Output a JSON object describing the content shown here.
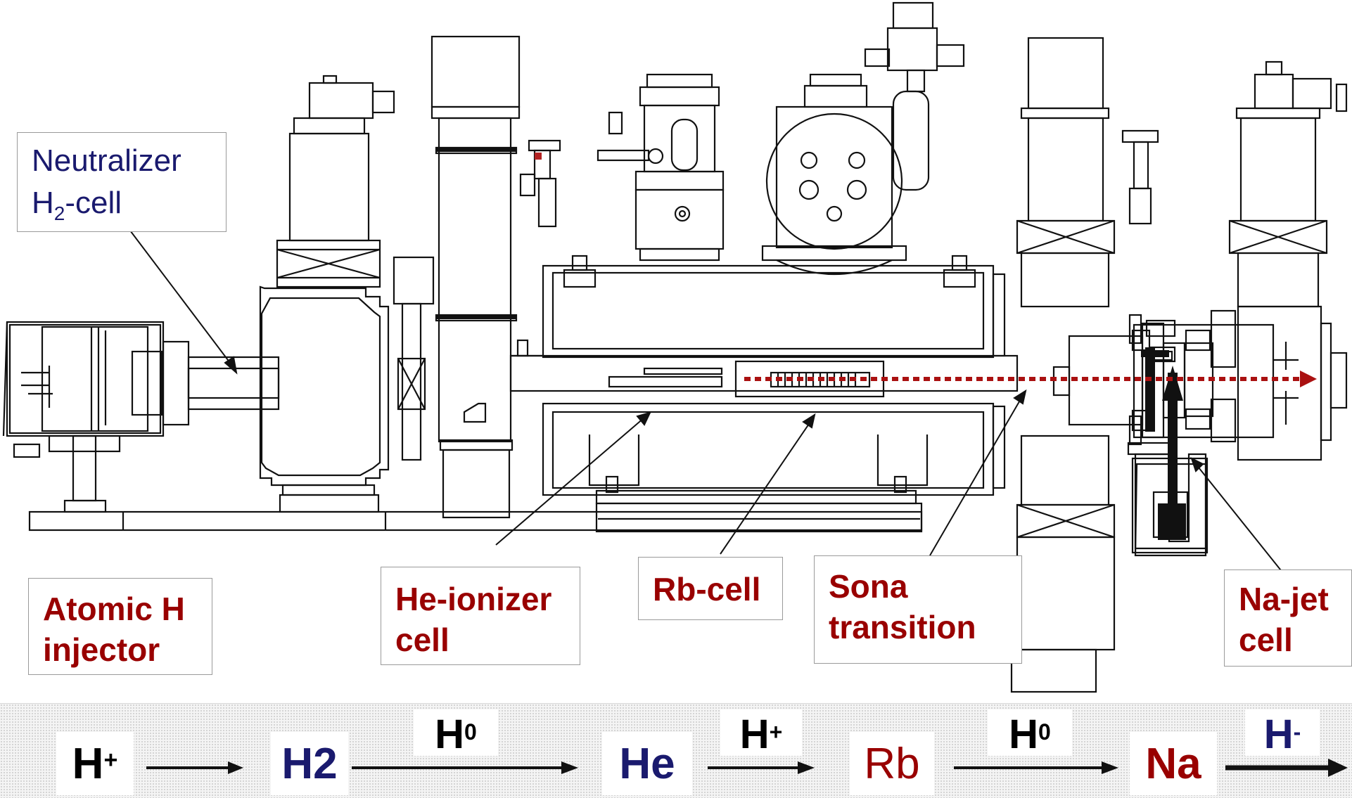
{
  "labels": {
    "neutralizer": {
      "line1": "Neutralizer",
      "line2_main": "H",
      "line2_sub": "2",
      "line2_rest": "-cell"
    },
    "atomic_h": {
      "line1": "Atomic H",
      "line2": "injector"
    },
    "he_ionizer": {
      "line1": "He-ionizer",
      "line2": "cell"
    },
    "rb_cell": {
      "line1": "Rb-cell"
    },
    "sona": {
      "line1": "Sona",
      "line2": "transition"
    },
    "na_jet": {
      "line1": "Na-jet",
      "line2": "cell"
    }
  },
  "chain": {
    "stages": [
      {
        "base": "H",
        "sup": "+",
        "color": "#000000"
      },
      {
        "base": "H2",
        "sup": "",
        "color": "#1a1a6e"
      },
      {
        "base": "He",
        "sup": "",
        "color": "#1a1a6e"
      },
      {
        "base": "Rb",
        "sup": "",
        "color": "#990000"
      },
      {
        "base": "Na",
        "sup": "",
        "color": "#990000"
      }
    ],
    "transitions": [
      {
        "base": "",
        "sup": ""
      },
      {
        "base": "H",
        "sup": "0"
      },
      {
        "base": "H",
        "sup": "+"
      },
      {
        "base": "H",
        "sup": "0"
      },
      {
        "base": "H",
        "sup": "-"
      }
    ]
  },
  "colors": {
    "label_red": "#990000",
    "label_blue": "#1a1a6e",
    "beam_arrow": "#aa1111",
    "machine_line": "#111111",
    "label_border": "#9a9a9a"
  }
}
